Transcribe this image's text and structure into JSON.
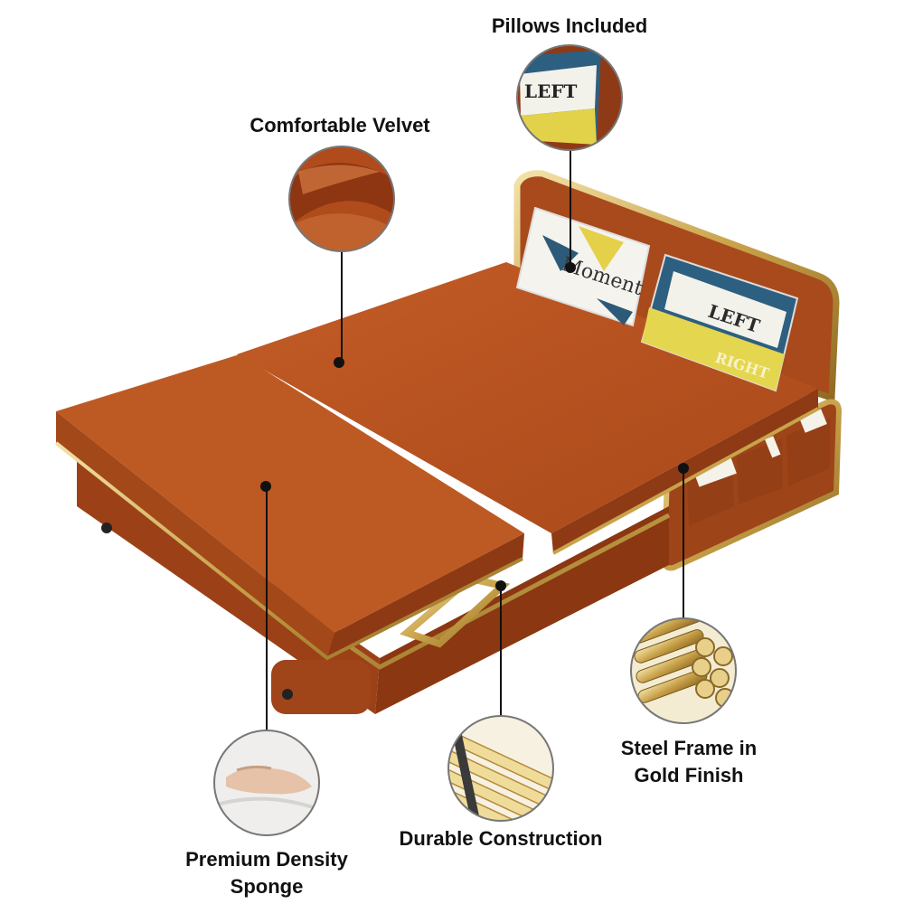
{
  "features": {
    "pillows": "Pillows Included",
    "velvet": "Comfortable Velvet",
    "steel_line1": "Steel Frame in",
    "steel_line2": "Gold Finish",
    "construction": "Durable Construction",
    "sponge_line1": "Premium Density",
    "sponge_line2": "Sponge"
  },
  "pillows": {
    "left_text": "Moment",
    "right_text": "LEFT",
    "right_text2": "RIGHT",
    "inset_text": "LEFT"
  },
  "colors": {
    "velvet": "#b8521f",
    "gold": "#c8a24a"
  }
}
